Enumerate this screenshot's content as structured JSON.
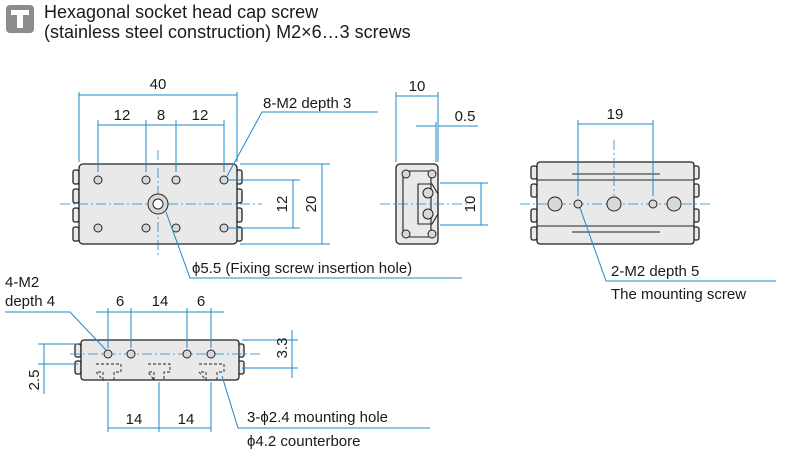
{
  "header": {
    "icon": "screw-type-icon",
    "line1": "Hexagonal socket head cap screw",
    "line2": "(stainless steel construction) M2×6…3 screws"
  },
  "top_view": {
    "dim_total": "40",
    "dim_left": "12",
    "dim_center": "8",
    "dim_right": "12",
    "dim_inner_height": "12",
    "dim_height": "20",
    "label_tapped": "8-M2 depth 3",
    "label_fixing": "ϕ5.5 (Fixing screw insertion hole)"
  },
  "side_view": {
    "dim_width": "10",
    "dim_offset": "0.5",
    "dim_height": "10"
  },
  "right_view": {
    "dim_span": "19",
    "label_tapped": "2-M2 depth 5",
    "label_screw": "The mounting screw"
  },
  "bottom_view": {
    "label_m2_a": "4-M2",
    "label_m2_b": "depth 4",
    "dim_a": "6",
    "dim_b": "14",
    "dim_c": "6",
    "dim_h1": "3.3",
    "dim_h2": "2.5",
    "dim_d": "14",
    "dim_e": "14",
    "label_hole": "3-ϕ2.4 mounting hole",
    "label_cbore": "ϕ4.2 counterbore"
  }
}
